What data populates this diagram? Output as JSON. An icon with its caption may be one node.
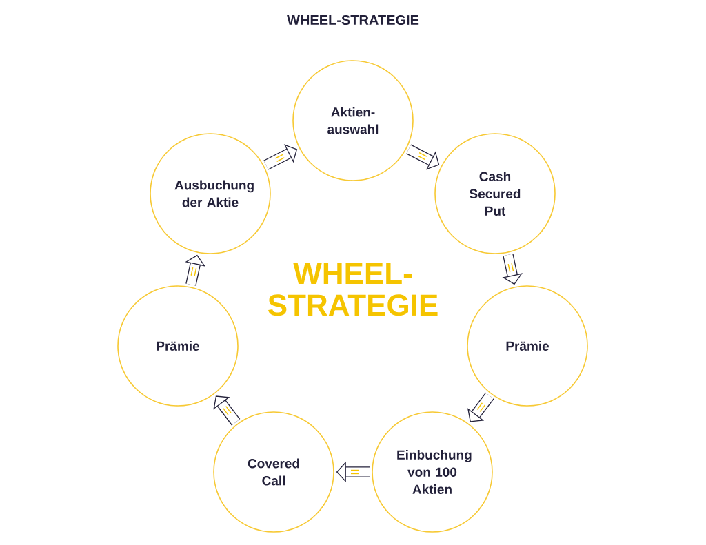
{
  "diagram": {
    "title": "WHEEL-STRATEGIE",
    "nodes": [
      {
        "text": [
          "Aktien- auswahl"
        ]
      },
      {
        "text": [
          "Cash Secured Put"
        ]
      },
      {
        "text": [
          "Prämie"
        ]
      },
      {
        "text": [
          "Einbuchung von 100 Aktien"
        ]
      },
      {
        "text": [
          "Covered Call"
        ]
      },
      {
        "text": [
          "Prämie"
        ]
      },
      {
        "text": [
          "Ausbuchung der Aktie"
        ]
      }
    ],
    "edges": [
      {
        "from": 0,
        "to": 1,
        "arrow": "to"
      },
      {
        "from": 1,
        "to": 2,
        "arrow": "to"
      },
      {
        "from": 2,
        "to": 3,
        "arrow": "to"
      },
      {
        "from": 3,
        "to": 4,
        "arrow": "to"
      },
      {
        "from": 4,
        "to": 5,
        "arrow": "to"
      },
      {
        "from": 5,
        "to": 6,
        "arrow": "to"
      },
      {
        "from": 6,
        "to": 0,
        "arrow": "to"
      }
    ],
    "labels": [
      "WHEEL- STRATEGIE"
    ]
  }
}
